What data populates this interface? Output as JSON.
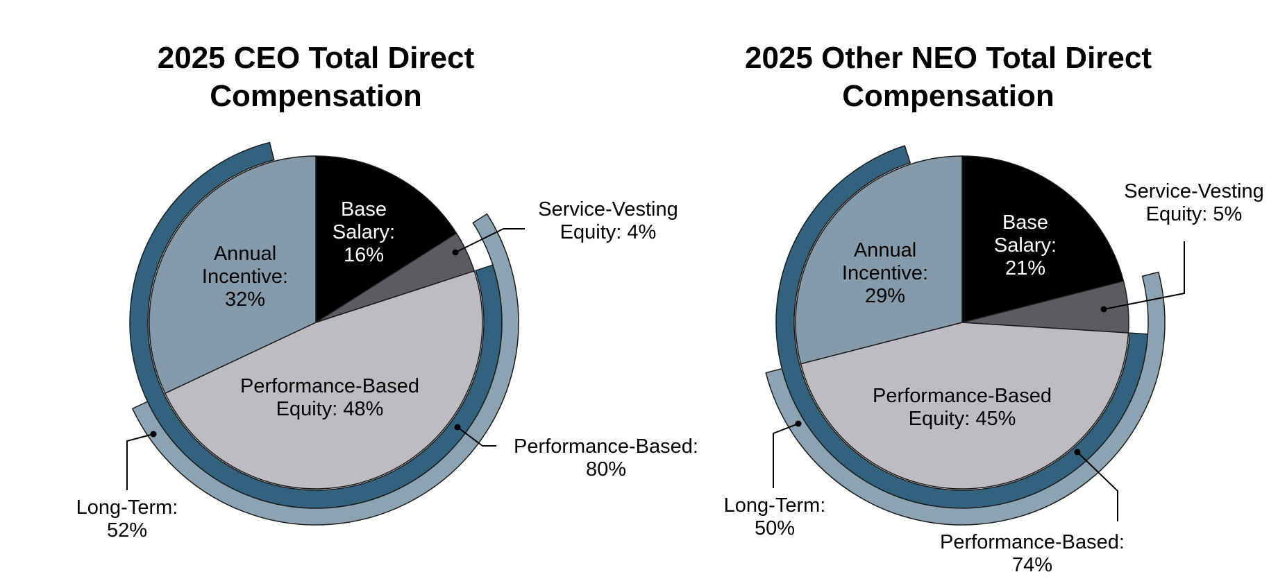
{
  "colors": {
    "base_salary": "#000000",
    "service_vesting": "#5c5c60",
    "performance_equity": "#bcbcc1",
    "annual_incentive": "#859bab",
    "performance_ring": "#32627e",
    "long_term_ring": "#8ba3b3",
    "text_dark": "#000000",
    "text_light": "#ffffff"
  },
  "chart_data": [
    {
      "type": "pie",
      "title": [
        "2025 CEO Total Direct",
        "Compensation"
      ],
      "slices": [
        {
          "key": "base_salary",
          "label": [
            "Base",
            "Salary:",
            "16%"
          ],
          "value": 16
        },
        {
          "key": "service_vesting",
          "label": [
            "Service-Vesting",
            "Equity: 4%"
          ],
          "value": 4
        },
        {
          "key": "performance_equity",
          "label": [
            "Performance-Based",
            "Equity: 48%"
          ],
          "value": 48
        },
        {
          "key": "annual_incentive",
          "label": [
            "Annual",
            "Incentive:",
            "32%"
          ],
          "value": 32
        }
      ],
      "rings": [
        {
          "key": "performance_ring",
          "label": [
            "Performance-Based:",
            "80%"
          ],
          "value": 80
        },
        {
          "key": "long_term_ring",
          "label": [
            "Long-Term:",
            "52%"
          ],
          "value": 52
        }
      ]
    },
    {
      "type": "pie",
      "title": [
        "2025 Other NEO Total Direct",
        "Compensation"
      ],
      "slices": [
        {
          "key": "base_salary",
          "label": [
            "Base",
            "Salary:",
            "21%"
          ],
          "value": 21
        },
        {
          "key": "service_vesting",
          "label": [
            "Service-Vesting",
            "Equity: 5%"
          ],
          "value": 5
        },
        {
          "key": "performance_equity",
          "label": [
            "Performance-Based",
            "Equity: 45%"
          ],
          "value": 45
        },
        {
          "key": "annual_incentive",
          "label": [
            "Annual",
            "Incentive:",
            "29%"
          ],
          "value": 29
        }
      ],
      "rings": [
        {
          "key": "performance_ring",
          "label": [
            "Performance-Based:",
            "74%"
          ],
          "value": 74
        },
        {
          "key": "long_term_ring",
          "label": [
            "Long-Term:",
            "50%"
          ],
          "value": 50
        }
      ]
    }
  ]
}
